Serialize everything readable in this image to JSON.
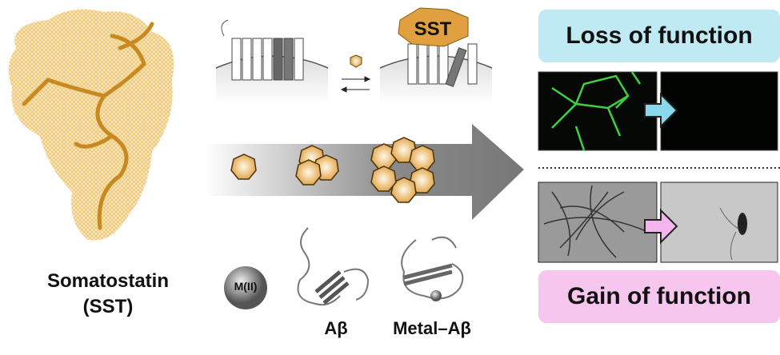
{
  "left": {
    "name": "Somatostatin",
    "abbr": "(SST)"
  },
  "receptor": {
    "ligand_label": "SST"
  },
  "metal": {
    "label": "M(II)"
  },
  "structures": [
    {
      "label": "Aβ"
    },
    {
      "label": "Metal–Aβ"
    }
  ],
  "right": {
    "loss_label": "Loss of function",
    "gain_label": "Gain of function",
    "loss_color": "#bfeaf3",
    "gain_color": "#f6c6ef"
  }
}
